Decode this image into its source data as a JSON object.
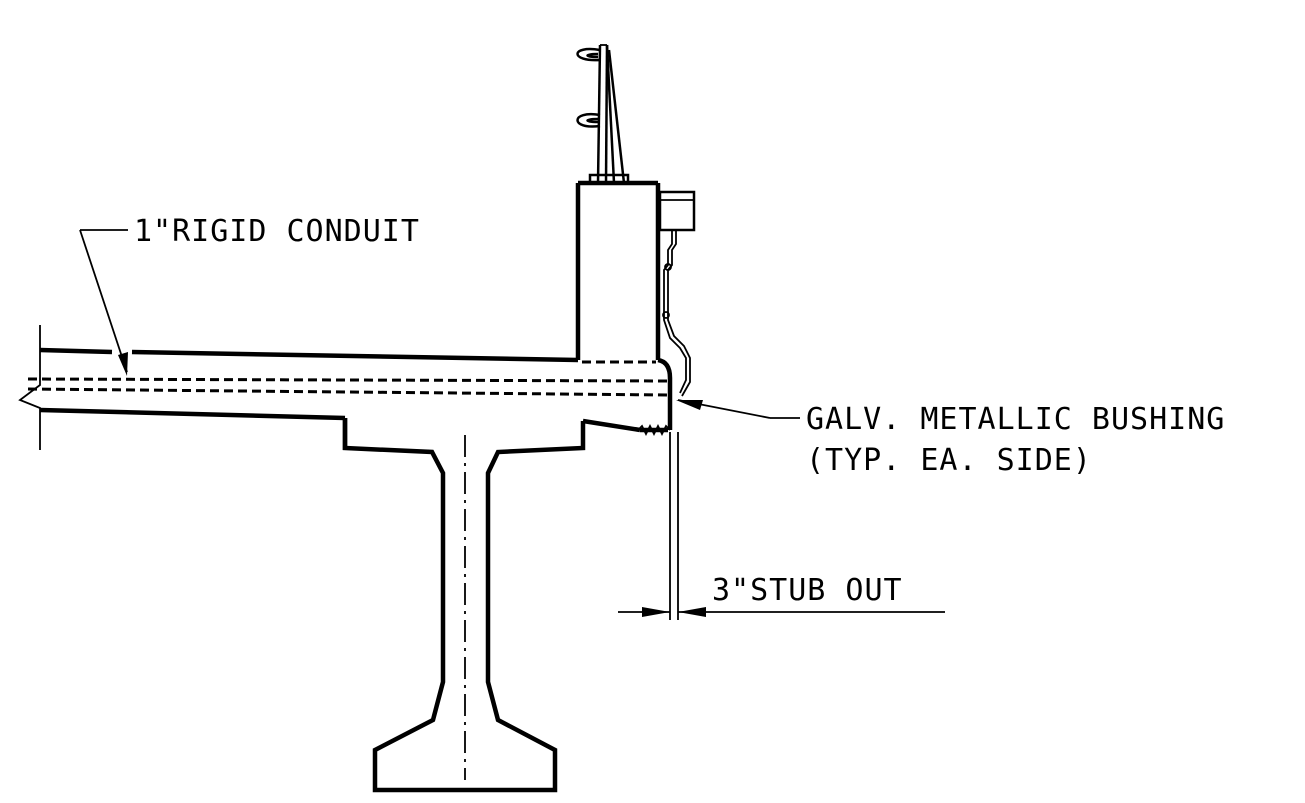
{
  "drawing": {
    "labels": {
      "conduit": "1\"RIGID CONDUIT",
      "bushing_line1": "GALV. METALLIC BUSHING",
      "bushing_line2": "(TYP. EA. SIDE)",
      "stub_out": "3\"STUB OUT"
    }
  }
}
